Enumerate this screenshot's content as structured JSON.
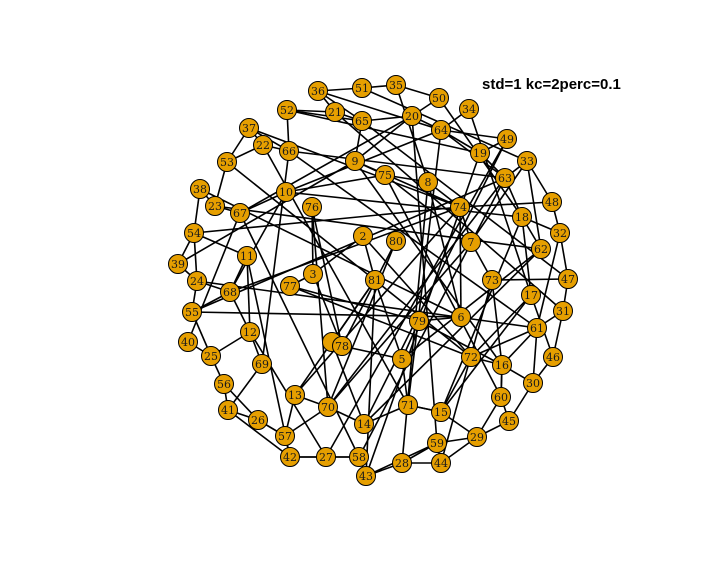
{
  "title": "std=1 kc=2perc=0.1",
  "colors": {
    "node_fill": "#E69F00",
    "node_stroke": "#000000",
    "edge": "#000000",
    "background": "#ffffff"
  },
  "nodes": [
    "2",
    "3",
    "5",
    "6",
    "7",
    "8",
    "9",
    "10",
    "11",
    "12",
    "13",
    "14",
    "15",
    "16",
    "17",
    "18",
    "19",
    "20",
    "21",
    "22",
    "23",
    "24",
    "25",
    "26",
    "27",
    "28",
    "29",
    "30",
    "31",
    "32",
    "33",
    "34",
    "35",
    "36",
    "37",
    "38",
    "39",
    "40",
    "41",
    "42",
    "43",
    "44",
    "45",
    "46",
    "47",
    "48",
    "49",
    "50",
    "51",
    "52",
    "53",
    "54",
    "55",
    "56",
    "57",
    "58",
    "59",
    "60",
    "61",
    "62",
    "63",
    "64",
    "65",
    "66",
    "67",
    "68",
    "69",
    "70",
    "71",
    "72",
    "73",
    "74",
    "75",
    "76",
    "77",
    "78",
    "79",
    "80",
    "81"
  ],
  "edges": [
    [
      "36",
      "51"
    ],
    [
      "51",
      "35"
    ],
    [
      "35",
      "50"
    ],
    [
      "50",
      "20"
    ],
    [
      "20",
      "65"
    ],
    [
      "65",
      "21"
    ],
    [
      "21",
      "36"
    ],
    [
      "21",
      "52"
    ],
    [
      "36",
      "65"
    ],
    [
      "34",
      "64"
    ],
    [
      "64",
      "20"
    ],
    [
      "64",
      "49"
    ],
    [
      "64",
      "19"
    ],
    [
      "64",
      "63"
    ],
    [
      "19",
      "49"
    ],
    [
      "19",
      "63"
    ],
    [
      "33",
      "63"
    ],
    [
      "33",
      "48"
    ],
    [
      "33",
      "62"
    ],
    [
      "48",
      "32"
    ],
    [
      "32",
      "47"
    ],
    [
      "32",
      "18"
    ],
    [
      "18",
      "62"
    ],
    [
      "18",
      "63"
    ],
    [
      "18",
      "17"
    ],
    [
      "47",
      "31"
    ],
    [
      "31",
      "61"
    ],
    [
      "31",
      "46"
    ],
    [
      "46",
      "30"
    ],
    [
      "30",
      "61"
    ],
    [
      "61",
      "16"
    ],
    [
      "16",
      "60"
    ],
    [
      "60",
      "45"
    ],
    [
      "60",
      "29"
    ],
    [
      "45",
      "29"
    ],
    [
      "29",
      "59"
    ],
    [
      "29",
      "44"
    ],
    [
      "59",
      "44"
    ],
    [
      "59",
      "28"
    ],
    [
      "28",
      "43"
    ],
    [
      "43",
      "58"
    ],
    [
      "58",
      "27"
    ],
    [
      "27",
      "42"
    ],
    [
      "42",
      "57"
    ],
    [
      "42",
      "41"
    ],
    [
      "57",
      "26"
    ],
    [
      "26",
      "41"
    ],
    [
      "41",
      "56"
    ],
    [
      "56",
      "25"
    ],
    [
      "25",
      "40"
    ],
    [
      "25",
      "55"
    ],
    [
      "55",
      "24"
    ],
    [
      "24",
      "39"
    ],
    [
      "24",
      "54"
    ],
    [
      "39",
      "54"
    ],
    [
      "54",
      "38"
    ],
    [
      "38",
      "23"
    ],
    [
      "23",
      "53"
    ],
    [
      "53",
      "37"
    ],
    [
      "53",
      "22"
    ],
    [
      "22",
      "37"
    ],
    [
      "37",
      "66"
    ],
    [
      "66",
      "52"
    ],
    [
      "52",
      "65"
    ],
    [
      "66",
      "22"
    ],
    [
      "67",
      "23"
    ],
    [
      "67",
      "10"
    ],
    [
      "10",
      "68"
    ],
    [
      "68",
      "24"
    ],
    [
      "68",
      "11"
    ],
    [
      "11",
      "54"
    ],
    [
      "12",
      "68"
    ],
    [
      "12",
      "11"
    ],
    [
      "69",
      "12"
    ],
    [
      "55",
      "68"
    ],
    [
      "57",
      "13"
    ],
    [
      "13",
      "70"
    ],
    [
      "70",
      "14"
    ],
    [
      "14",
      "71"
    ],
    [
      "71",
      "15"
    ],
    [
      "15",
      "72"
    ],
    [
      "72",
      "16"
    ],
    [
      "16",
      "73"
    ],
    [
      "73",
      "7"
    ],
    [
      "7",
      "74"
    ],
    [
      "74",
      "8"
    ],
    [
      "8",
      "75"
    ],
    [
      "75",
      "9"
    ],
    [
      "9",
      "65"
    ],
    [
      "74",
      "6"
    ],
    [
      "6",
      "79"
    ],
    [
      "79",
      "77"
    ],
    [
      "77",
      "3"
    ],
    [
      "3",
      "78"
    ],
    [
      "78",
      "4"
    ],
    [
      "4",
      "81"
    ],
    [
      "81",
      "2"
    ],
    [
      "2",
      "3"
    ],
    [
      "80",
      "78"
    ],
    [
      "81",
      "5"
    ],
    [
      "5",
      "79"
    ],
    [
      "76",
      "78"
    ],
    [
      "20",
      "67"
    ],
    [
      "64",
      "10"
    ],
    [
      "63",
      "70"
    ],
    [
      "62",
      "14"
    ],
    [
      "17",
      "15"
    ],
    [
      "74",
      "13"
    ],
    [
      "63",
      "55"
    ],
    [
      "20",
      "59"
    ],
    [
      "9",
      "16"
    ],
    [
      "49",
      "27"
    ],
    [
      "19",
      "43"
    ],
    [
      "66",
      "61"
    ],
    [
      "53",
      "72"
    ],
    [
      "38",
      "6"
    ],
    [
      "54",
      "74"
    ],
    [
      "67",
      "58"
    ],
    [
      "22",
      "71"
    ],
    [
      "10",
      "18"
    ],
    [
      "8",
      "28"
    ],
    [
      "75",
      "60"
    ],
    [
      "76",
      "70"
    ],
    [
      "11",
      "42"
    ],
    [
      "12",
      "27"
    ],
    [
      "77",
      "72"
    ],
    [
      "81",
      "43"
    ],
    [
      "7",
      "70"
    ],
    [
      "73",
      "44"
    ],
    [
      "65",
      "47"
    ],
    [
      "21",
      "31"
    ],
    [
      "36",
      "64"
    ],
    [
      "52",
      "19"
    ],
    [
      "51",
      "33"
    ],
    [
      "34",
      "17"
    ],
    [
      "50",
      "18"
    ],
    [
      "37",
      "74"
    ],
    [
      "66",
      "63"
    ],
    [
      "23",
      "62"
    ],
    [
      "24",
      "61"
    ],
    [
      "39",
      "9"
    ],
    [
      "40",
      "67"
    ],
    [
      "41",
      "69"
    ],
    [
      "56",
      "26"
    ],
    [
      "55",
      "6"
    ],
    [
      "25",
      "12"
    ],
    [
      "57",
      "70"
    ],
    [
      "42",
      "58"
    ],
    [
      "43",
      "59"
    ],
    [
      "28",
      "44"
    ],
    [
      "60",
      "16"
    ],
    [
      "45",
      "30"
    ],
    [
      "46",
      "17"
    ],
    [
      "47",
      "73"
    ],
    [
      "48",
      "74"
    ],
    [
      "32",
      "61"
    ],
    [
      "33",
      "7"
    ],
    [
      "49",
      "14"
    ],
    [
      "35",
      "8"
    ],
    [
      "20",
      "9"
    ],
    [
      "64",
      "71"
    ],
    [
      "63",
      "58"
    ],
    [
      "18",
      "15"
    ],
    [
      "62",
      "5"
    ],
    [
      "17",
      "72"
    ],
    [
      "61",
      "72"
    ],
    [
      "30",
      "16"
    ],
    [
      "29",
      "15"
    ],
    [
      "15",
      "71"
    ],
    [
      "71",
      "5"
    ],
    [
      "14",
      "4"
    ],
    [
      "13",
      "81"
    ],
    [
      "70",
      "80"
    ],
    [
      "69",
      "66"
    ],
    [
      "68",
      "74"
    ],
    [
      "10",
      "75"
    ],
    [
      "8",
      "6"
    ],
    [
      "9",
      "74"
    ],
    [
      "75",
      "7"
    ],
    [
      "76",
      "3"
    ],
    [
      "2",
      "72"
    ],
    [
      "78",
      "5"
    ],
    [
      "79",
      "16"
    ]
  ]
}
